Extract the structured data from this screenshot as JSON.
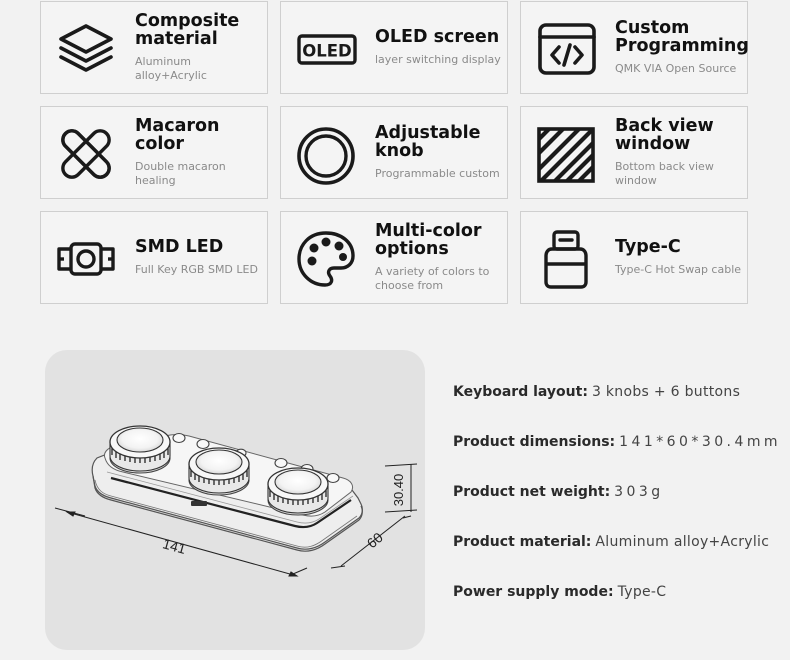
{
  "features": [
    {
      "title": "Composite\nmaterial",
      "subtitle": "Aluminum alloy+Acrylic",
      "icon": "layers-icon"
    },
    {
      "title": "OLED screen",
      "subtitle": "layer switching display",
      "icon": "oled-icon"
    },
    {
      "title": "Custom\nProgramming",
      "subtitle": "QMK VIA Open Source",
      "icon": "code-window-icon"
    },
    {
      "title": "Macaron color",
      "subtitle": "Double macaron healing",
      "icon": "macaron-icon"
    },
    {
      "title": "Adjustable\nknob",
      "subtitle": "Programmable custom",
      "icon": "knob-icon"
    },
    {
      "title": "Back view\nwindow",
      "subtitle": "Bottom back view\nwindow",
      "icon": "striped-window-icon"
    },
    {
      "title": "SMD LED",
      "subtitle": "Full Key RGB SMD LED",
      "icon": "smd-led-icon"
    },
    {
      "title": "Multi-color\noptions",
      "subtitle": "A variety of colors to\nchoose from",
      "icon": "palette-icon"
    },
    {
      "title": "Type-C",
      "subtitle": "Type-C Hot Swap cable",
      "icon": "usb-c-icon"
    }
  ],
  "oled_icon_text": "OLED",
  "product": {
    "dim_length": "141",
    "dim_width": "60",
    "dim_height": "30.40"
  },
  "specs": [
    {
      "label": "Keyboard layout:",
      "value": "3  knobs + 6 buttons"
    },
    {
      "label": "Product dimensions:",
      "value": "1 4 1 * 6 0 * 3 0 . 4 m m"
    },
    {
      "label": "Product net weight:",
      "value": "3 0 3 g"
    },
    {
      "label": "Product material:",
      "value": "Aluminum alloy+Acrylic"
    },
    {
      "label": "Power supply mode:",
      "value": "Type-C"
    }
  ]
}
